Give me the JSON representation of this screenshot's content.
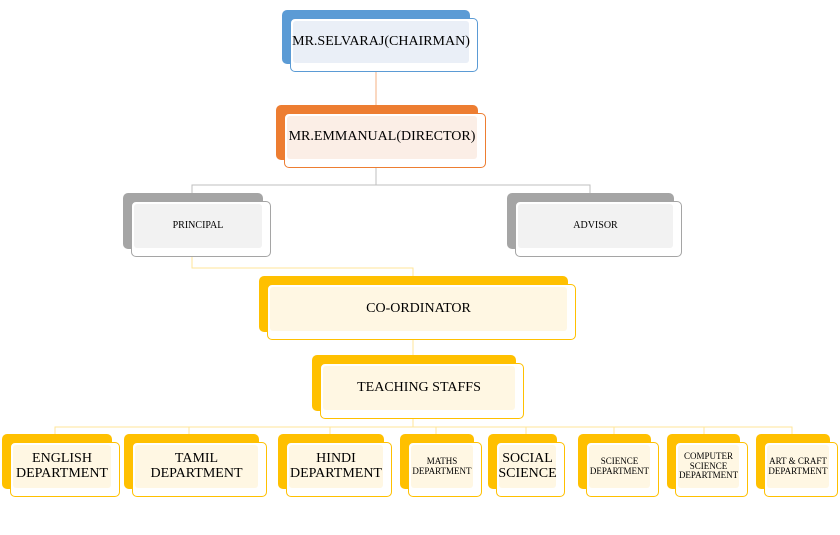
{
  "chairman": {
    "label": "MR.SELVARAJ(CHAIRMAN)"
  },
  "director": {
    "label": "MR.EMMANUAL(DIRECTOR)"
  },
  "principal": {
    "label": "PRINCIPAL"
  },
  "advisor": {
    "label": "ADVISOR"
  },
  "coordinator": {
    "label": "CO-ORDINATOR"
  },
  "teaching_staffs": {
    "label": "TEACHING STAFFS"
  },
  "departments": [
    {
      "label": "ENGLISH DEPARTMENT"
    },
    {
      "label": "TAMIL DEPARTMENT"
    },
    {
      "label": "HINDI DEPARTMENT"
    },
    {
      "label": "MATHS DEPARTMENT"
    },
    {
      "label": "SOCIAL SCIENCE"
    },
    {
      "label": "SCIENCE DEPARTMENT"
    },
    {
      "label": "COMPUTER SCIENCE DEPARTMENT"
    },
    {
      "label": "ART & CRAFT DEPARTMENT"
    }
  ],
  "colors": {
    "chairman": "#5b9bd5",
    "director": "#ed7d31",
    "principal_advisor": "#a5a5a5",
    "staff_nodes": "#ffc000"
  }
}
